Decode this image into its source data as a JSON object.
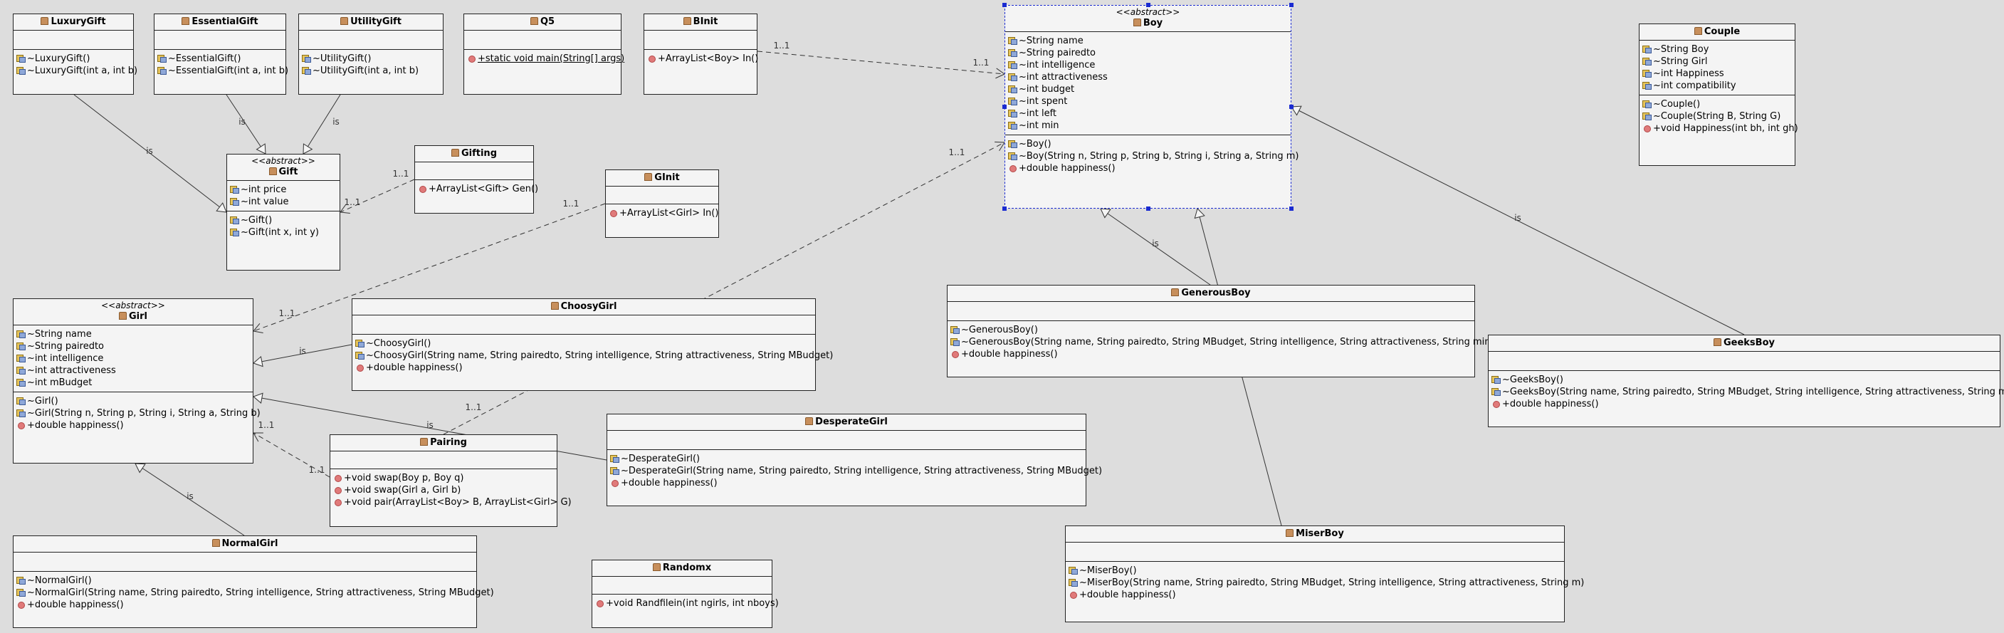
{
  "diagram": {
    "classes": [
      {
        "id": "LuxuryGift",
        "name": "LuxuryGift",
        "attributes": [],
        "methods": [
          {
            "v": "pkg",
            "t": "~LuxuryGift()"
          },
          {
            "v": "pkg",
            "t": "~LuxuryGift(int a, int b)"
          }
        ]
      },
      {
        "id": "EssentialGift",
        "name": "EssentialGift",
        "attributes": [],
        "methods": [
          {
            "v": "pkg",
            "t": "~EssentialGift()"
          },
          {
            "v": "pkg",
            "t": "~EssentialGift(int a, int b)"
          }
        ]
      },
      {
        "id": "UtilityGift",
        "name": "UtilityGift",
        "attributes": [],
        "methods": [
          {
            "v": "pkg",
            "t": "~UtilityGift()"
          },
          {
            "v": "pkg",
            "t": "~UtilityGift(int a, int b)"
          }
        ]
      },
      {
        "id": "Q5",
        "name": "Q5",
        "attributes": [],
        "methods": [
          {
            "v": "pub",
            "t": "+static void main(String[] args)",
            "u": true
          }
        ]
      },
      {
        "id": "BInit",
        "name": "BInit",
        "attributes": [],
        "methods": [
          {
            "v": "pub",
            "t": "+ArrayList<Boy> In()"
          }
        ]
      },
      {
        "id": "Boy",
        "name": "Boy",
        "stereotype": "<<abstract>>",
        "attributes": [
          {
            "v": "pkg",
            "t": "~String name"
          },
          {
            "v": "pkg",
            "t": "~String pairedto"
          },
          {
            "v": "pkg",
            "t": "~int intelligence"
          },
          {
            "v": "pkg",
            "t": "~int attractiveness"
          },
          {
            "v": "pkg",
            "t": "~int budget"
          },
          {
            "v": "pkg",
            "t": "~int spent"
          },
          {
            "v": "pkg",
            "t": "~int left"
          },
          {
            "v": "pkg",
            "t": "~int min"
          }
        ],
        "methods": [
          {
            "v": "pkg",
            "t": "~Boy()"
          },
          {
            "v": "pkg",
            "t": "~Boy(String n, String p, String b, String i, String a, String m)"
          },
          {
            "v": "pub",
            "t": "+double happiness()"
          }
        ]
      },
      {
        "id": "Couple",
        "name": "Couple",
        "attributes": [
          {
            "v": "pkg",
            "t": "~String Boy"
          },
          {
            "v": "pkg",
            "t": "~String Girl"
          },
          {
            "v": "pkg",
            "t": "~int Happiness"
          },
          {
            "v": "pkg",
            "t": "~int compatibility"
          }
        ],
        "methods": [
          {
            "v": "pkg",
            "t": "~Couple()"
          },
          {
            "v": "pkg",
            "t": "~Couple(String B, String G)"
          },
          {
            "v": "pub",
            "t": "+void Happiness(int bh, int gh)"
          }
        ]
      },
      {
        "id": "Gift",
        "name": "Gift",
        "stereotype": "<<abstract>>",
        "attributes": [
          {
            "v": "pkg",
            "t": "~int price"
          },
          {
            "v": "pkg",
            "t": "~int value"
          }
        ],
        "methods": [
          {
            "v": "pkg",
            "t": "~Gift()"
          },
          {
            "v": "pkg",
            "t": "~Gift(int x, int y)"
          }
        ]
      },
      {
        "id": "Gifting",
        "name": "Gifting",
        "attributes": [],
        "methods": [
          {
            "v": "pub",
            "t": "+ArrayList<Gift> Gen()"
          }
        ]
      },
      {
        "id": "GInit",
        "name": "GInit",
        "attributes": [],
        "methods": [
          {
            "v": "pub",
            "t": "+ArrayList<Girl> In()"
          }
        ]
      },
      {
        "id": "Girl",
        "name": "Girl",
        "stereotype": "<<abstract>>",
        "attributes": [
          {
            "v": "pkg",
            "t": "~String name"
          },
          {
            "v": "pkg",
            "t": "~String pairedto"
          },
          {
            "v": "pkg",
            "t": "~int intelligence"
          },
          {
            "v": "pkg",
            "t": "~int attractiveness"
          },
          {
            "v": "pkg",
            "t": "~int mBudget"
          }
        ],
        "methods": [
          {
            "v": "pkg",
            "t": "~Girl()"
          },
          {
            "v": "pkg",
            "t": "~Girl(String n, String p, String i, String a, String b)"
          },
          {
            "v": "pub",
            "t": "+double happiness()"
          }
        ]
      },
      {
        "id": "ChoosyGirl",
        "name": "ChoosyGirl",
        "attributes": [],
        "methods": [
          {
            "v": "pkg",
            "t": "~ChoosyGirl()"
          },
          {
            "v": "pkg",
            "t": "~ChoosyGirl(String name, String pairedto, String intelligence, String attractiveness, String MBudget)"
          },
          {
            "v": "pub",
            "t": "+double happiness()"
          }
        ]
      },
      {
        "id": "GenerousBoy",
        "name": "GenerousBoy",
        "attributes": [],
        "methods": [
          {
            "v": "pkg",
            "t": "~GenerousBoy()"
          },
          {
            "v": "pkg",
            "t": "~GenerousBoy(String name, String pairedto, String MBudget, String intelligence, String attractiveness, String min)"
          },
          {
            "v": "pub",
            "t": "+double happiness()"
          }
        ]
      },
      {
        "id": "GeeksBoy",
        "name": "GeeksBoy",
        "attributes": [],
        "methods": [
          {
            "v": "pkg",
            "t": "~GeeksBoy()"
          },
          {
            "v": "pkg",
            "t": "~GeeksBoy(String name, String pairedto, String MBudget, String intelligence, String attractiveness, String min)"
          },
          {
            "v": "pub",
            "t": "+double happiness()"
          }
        ]
      },
      {
        "id": "DesperateGirl",
        "name": "DesperateGirl",
        "attributes": [],
        "methods": [
          {
            "v": "pkg",
            "t": "~DesperateGirl()"
          },
          {
            "v": "pkg",
            "t": "~DesperateGirl(String name, String pairedto, String intelligence, String attractiveness, String MBudget)"
          },
          {
            "v": "pub",
            "t": "+double happiness()"
          }
        ]
      },
      {
        "id": "Pairing",
        "name": "Pairing",
        "attributes": [],
        "methods": [
          {
            "v": "pub",
            "t": "+void swap(Boy p, Boy q)"
          },
          {
            "v": "pub",
            "t": "+void swap(Girl a, Girl b)"
          },
          {
            "v": "pub",
            "t": "+void pair(ArrayList<Boy> B, ArrayList<Girl> G)"
          }
        ]
      },
      {
        "id": "NormalGirl",
        "name": "NormalGirl",
        "attributes": [],
        "methods": [
          {
            "v": "pkg",
            "t": "~NormalGirl()"
          },
          {
            "v": "pkg",
            "t": "~NormalGirl(String name, String pairedto, String intelligence, String attractiveness, String MBudget)"
          },
          {
            "v": "pub",
            "t": "+double happiness()"
          }
        ]
      },
      {
        "id": "Randomx",
        "name": "Randomx",
        "attributes": [],
        "methods": [
          {
            "v": "pub",
            "t": "+void Randfilein(int ngirls, int nboys)"
          }
        ]
      },
      {
        "id": "MiserBoy",
        "name": "MiserBoy",
        "attributes": [],
        "methods": [
          {
            "v": "pkg",
            "t": "~MiserBoy()"
          },
          {
            "v": "pkg",
            "t": "~MiserBoy(String name, String pairedto, String MBudget, String intelligence, String attractiveness, String m)"
          },
          {
            "v": "pub",
            "t": "+double happiness()"
          }
        ]
      }
    ],
    "relations": [
      {
        "id": "luxury-gift",
        "type": "generalization",
        "label": "is"
      },
      {
        "id": "essential-gift",
        "type": "generalization",
        "label": "is"
      },
      {
        "id": "utility-gift",
        "type": "generalization",
        "label": "is"
      },
      {
        "id": "binit-boy",
        "type": "dependency",
        "source_mult": "1..1",
        "target_mult": "1..1"
      },
      {
        "id": "gifting-gift",
        "type": "dependency",
        "source_mult": "1..1",
        "target_mult": "1..1"
      },
      {
        "id": "ginit-girl",
        "type": "dependency",
        "source_mult": "1..1",
        "target_mult": "1..1"
      },
      {
        "id": "choosy-girl",
        "type": "generalization",
        "label": "is"
      },
      {
        "id": "desperate-girl",
        "type": "generalization",
        "label": "is"
      },
      {
        "id": "normal-girl",
        "type": "generalization",
        "label": "is"
      },
      {
        "id": "pairing-girl",
        "type": "dependency",
        "source_mult": "1..1",
        "target_mult": "1..1"
      },
      {
        "id": "pairing-boy",
        "type": "dependency",
        "source_mult": "1..1",
        "target_mult": "1..1"
      },
      {
        "id": "generous-boy",
        "type": "generalization",
        "label": "is"
      },
      {
        "id": "miser-boy",
        "type": "generalization",
        "label": "is"
      },
      {
        "id": "geeks-boy",
        "type": "generalization",
        "label": "is"
      }
    ]
  }
}
